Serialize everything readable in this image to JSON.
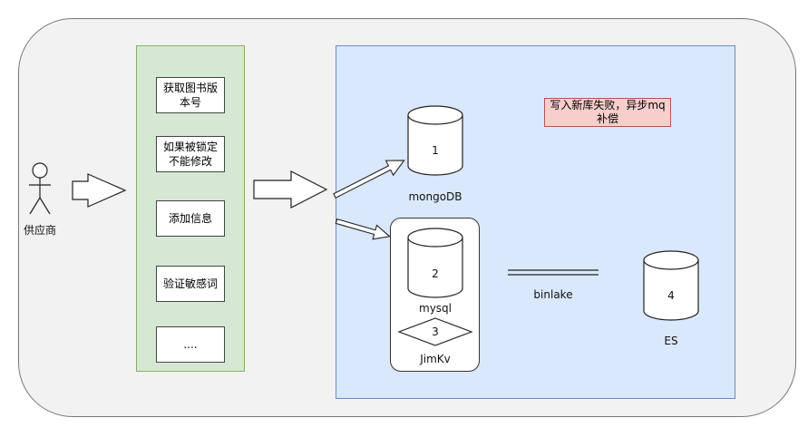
{
  "actor": {
    "label": "供应商"
  },
  "steps": [
    {
      "label": "获取图书版本号"
    },
    {
      "label": "如果被锁定不能修改"
    },
    {
      "label": "添加信息"
    },
    {
      "label": "验证敏感词"
    },
    {
      "label": "...."
    }
  ],
  "note": {
    "text": "写入新库失败，异步mq补偿"
  },
  "databases": {
    "mongodb": {
      "number": "1",
      "label": "mongoDB"
    },
    "mysql": {
      "number": "2",
      "label": "mysql"
    },
    "jimkv": {
      "number": "3",
      "label": "JimKv"
    },
    "es": {
      "number": "4",
      "label": "ES"
    }
  },
  "link": {
    "label": "binlake"
  },
  "colors": {
    "green_fill": "#d5e8d4",
    "green_border": "#82b366",
    "blue_fill": "#dae8fc",
    "blue_border": "#6c8ebf",
    "note_fill": "#f8cecc",
    "note_border": "#b85450"
  }
}
